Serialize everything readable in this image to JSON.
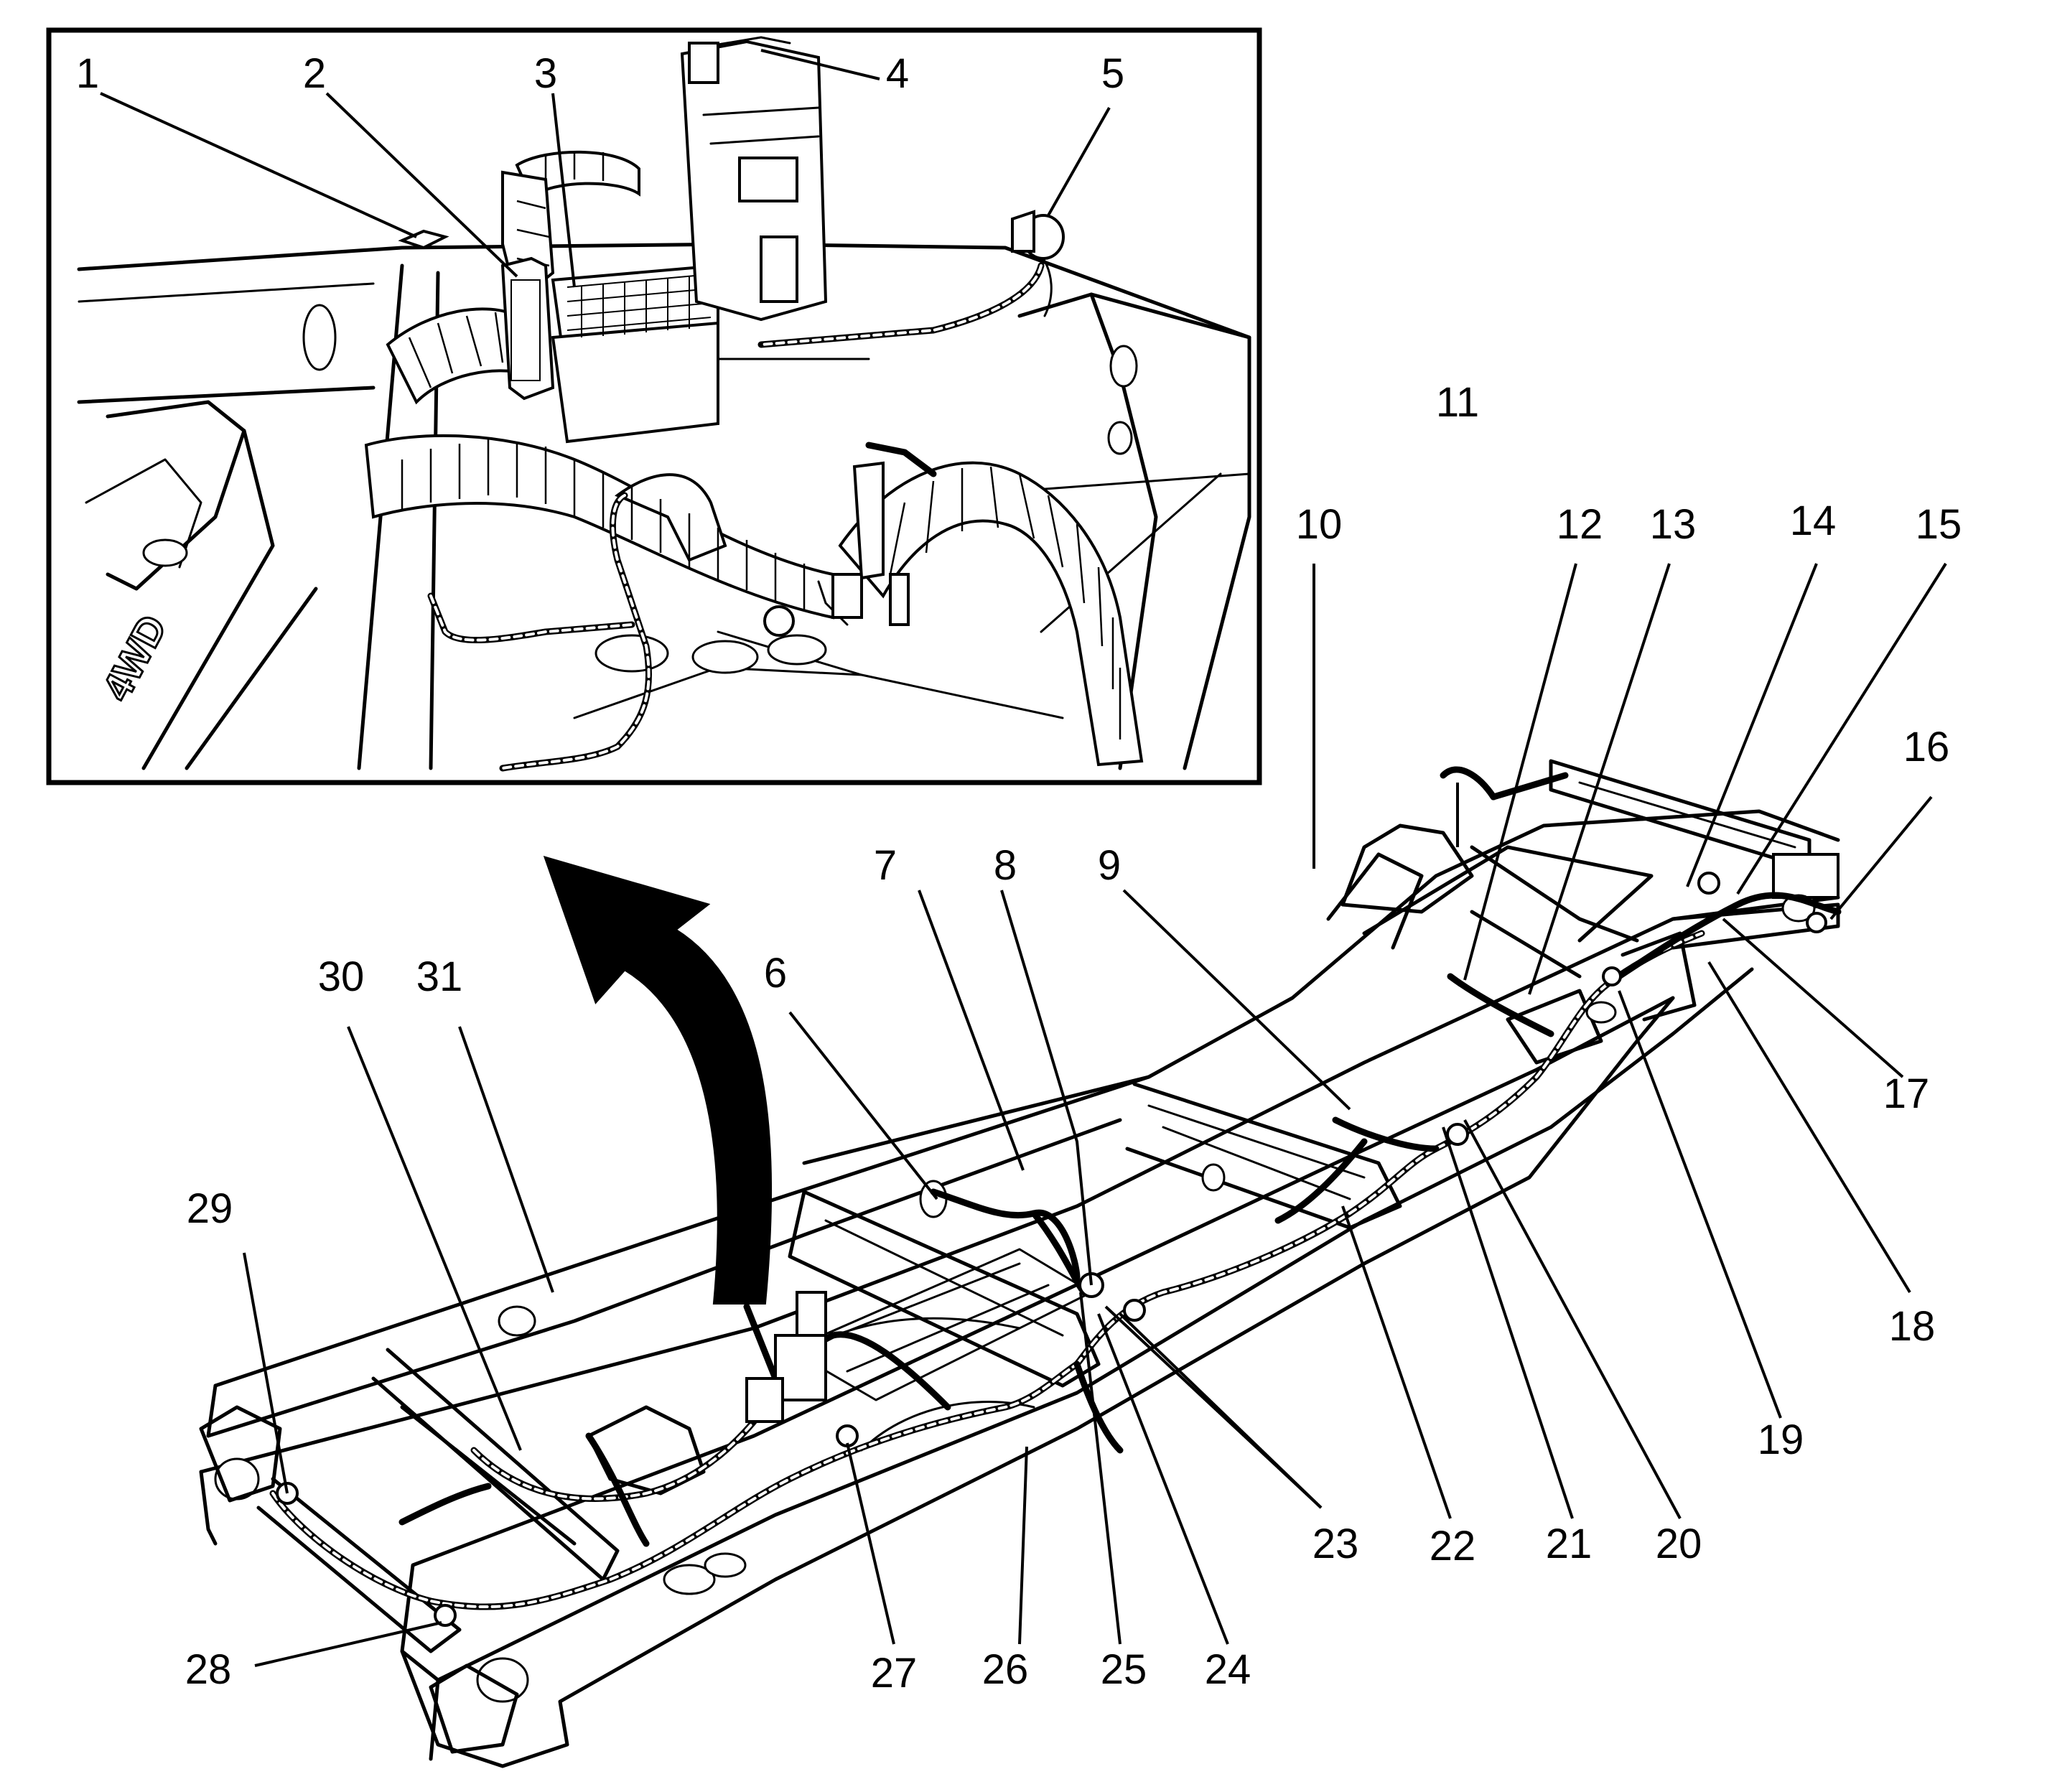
{
  "diagram": {
    "callouts": [
      {
        "id": "1",
        "label": "1"
      },
      {
        "id": "2",
        "label": "2"
      },
      {
        "id": "3",
        "label": "3"
      },
      {
        "id": "4",
        "label": "4"
      },
      {
        "id": "5",
        "label": "5"
      },
      {
        "id": "6",
        "label": "6"
      },
      {
        "id": "7",
        "label": "7"
      },
      {
        "id": "8",
        "label": "8"
      },
      {
        "id": "9",
        "label": "9"
      },
      {
        "id": "10",
        "label": "10"
      },
      {
        "id": "11",
        "label": "11"
      },
      {
        "id": "12",
        "label": "12"
      },
      {
        "id": "13",
        "label": "13"
      },
      {
        "id": "14",
        "label": "14"
      },
      {
        "id": "15",
        "label": "15"
      },
      {
        "id": "16",
        "label": "16"
      },
      {
        "id": "17",
        "label": "17"
      },
      {
        "id": "18",
        "label": "18"
      },
      {
        "id": "19",
        "label": "19"
      },
      {
        "id": "20",
        "label": "20"
      },
      {
        "id": "21",
        "label": "21"
      },
      {
        "id": "22",
        "label": "22"
      },
      {
        "id": "23",
        "label": "23"
      },
      {
        "id": "24",
        "label": "24"
      },
      {
        "id": "25",
        "label": "25"
      },
      {
        "id": "26",
        "label": "26"
      },
      {
        "id": "27",
        "label": "27"
      },
      {
        "id": "28",
        "label": "28"
      },
      {
        "id": "29",
        "label": "29"
      },
      {
        "id": "30",
        "label": "30"
      },
      {
        "id": "31",
        "label": "31"
      }
    ],
    "frame_stamp": "4WD",
    "colors": {
      "ink": "#000000",
      "paper": "#ffffff"
    }
  }
}
